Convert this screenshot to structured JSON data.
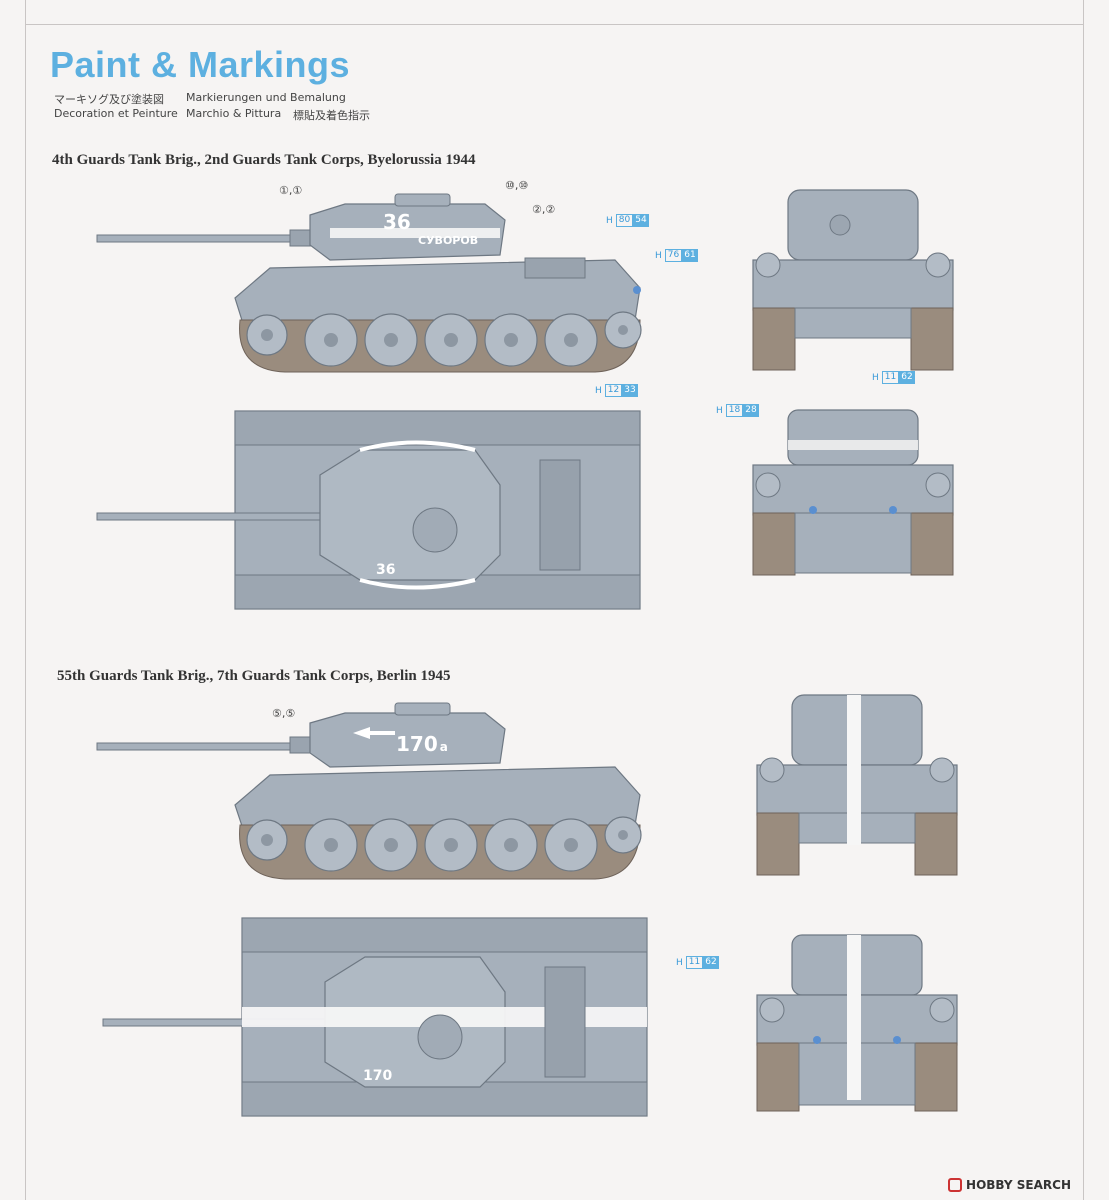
{
  "page": {
    "title": "Paint & Markings",
    "subtitles": {
      "ja": "マーキソグ及び塗装図",
      "de": "Markierungen und Bemalung",
      "fr": "Decoration et Peinture",
      "it": "Marchio & Pittura",
      "zh": "標貼及着色指示"
    }
  },
  "scheme1": {
    "caption": "4th Guards Tank Brig., 2nd Guards Tank Corps, Byelorussia 1944",
    "callouts": {
      "c1": "①,①",
      "c2": "②,②",
      "c10": "⑩,⑩"
    },
    "decal_texts": {
      "turret_number": "36",
      "slogan": "СУВОРОВ",
      "top_number": "36"
    },
    "refs": [
      {
        "h": "H",
        "a": "80",
        "b": "54"
      },
      {
        "h": "H",
        "a": "76",
        "b": "61"
      },
      {
        "h": "H",
        "a": "12",
        "b": "33"
      },
      {
        "h": "H",
        "a": "18",
        "b": "28"
      },
      {
        "h": "H",
        "a": "11",
        "b": "62"
      }
    ]
  },
  "scheme2": {
    "caption": "55th Guards Tank Brig., 7th Guards Tank Corps, Berlin 1945",
    "callouts": {
      "c5": "⑤,⑤"
    },
    "decal_texts": {
      "turret_number": "170",
      "suffix": "a",
      "top_number": "170"
    },
    "refs": [
      {
        "h": "H",
        "a": "11",
        "b": "62"
      }
    ]
  },
  "watermark": {
    "text": "HOBBY SEARCH"
  },
  "colors": {
    "title": "#5db0e0",
    "vehicle": "#a6b0bb",
    "vehicle_dark": "#7d8894",
    "track": "#9a8c7e",
    "background": "#f6f4f3"
  }
}
